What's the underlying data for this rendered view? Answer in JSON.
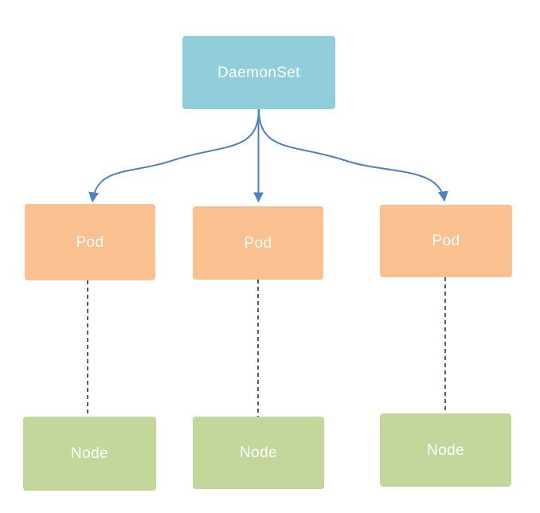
{
  "diagram": {
    "type": "flowchart",
    "boxes": {
      "daemonset": {
        "label": "DaemonSet",
        "fill": "#92cddc"
      },
      "pod_left": {
        "label": "Pod",
        "fill": "#fac090"
      },
      "pod_middle": {
        "label": "Pod",
        "fill": "#fac090"
      },
      "pod_right": {
        "label": "Pod",
        "fill": "#fac090"
      },
      "node_left": {
        "label": "Node",
        "fill": "#c3d69b"
      },
      "node_middle": {
        "label": "Node",
        "fill": "#c3d69b"
      },
      "node_right": {
        "label": "Node",
        "fill": "#c3d69b"
      }
    },
    "edges": {
      "arrow_color": "#4f81bd",
      "dashed_color": "#333333",
      "solid_arrows": [
        {
          "from": "DaemonSet",
          "to": "Pod (left)"
        },
        {
          "from": "DaemonSet",
          "to": "Pod (middle)"
        },
        {
          "from": "DaemonSet",
          "to": "Pod (right)"
        }
      ],
      "dashed_links": [
        {
          "from": "Pod (left)",
          "to": "Node (left)"
        },
        {
          "from": "Pod (middle)",
          "to": "Node (middle)"
        },
        {
          "from": "Pod (right)",
          "to": "Node (right)"
        }
      ]
    },
    "text_color": "#ffffff",
    "background": "#ffffff"
  }
}
